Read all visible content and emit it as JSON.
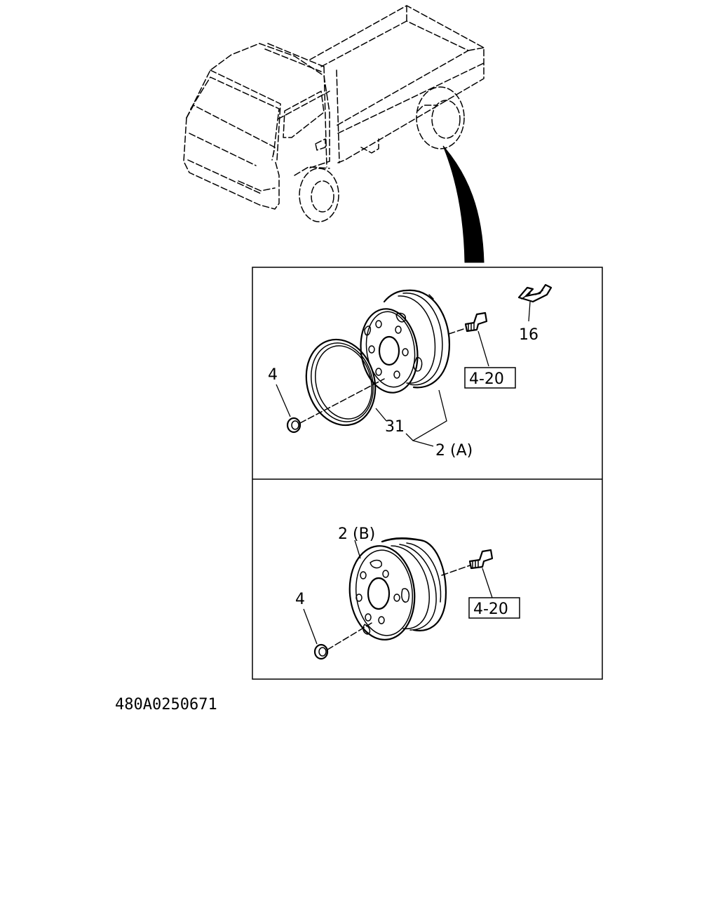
{
  "callouts": {
    "nut_top": "4",
    "clip": "16",
    "ring": "31",
    "wheel_a": "2 (A)",
    "stud_ref_top": "4-20",
    "wheel_b": "2 (B)",
    "nut_bottom": "4",
    "stud_ref_bottom": "4-20"
  },
  "figure_code": "480A0250671"
}
